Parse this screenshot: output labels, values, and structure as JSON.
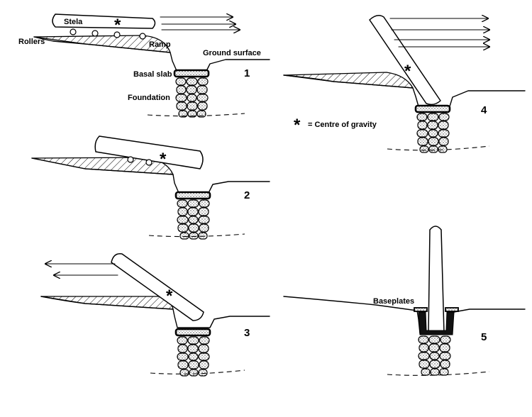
{
  "labels": {
    "stela": "Stela",
    "rollers": "Rollers",
    "ramp": "Ramp",
    "ground_surface": "Ground surface",
    "basal_slab": "Basal slab",
    "foundation": "Foundation",
    "baseplates": "Baseplates"
  },
  "legend": {
    "symbol": "*",
    "text": "= Centre of gravity"
  },
  "steps": [
    "1",
    "2",
    "3",
    "4",
    "5"
  ],
  "centre_marker": "*"
}
